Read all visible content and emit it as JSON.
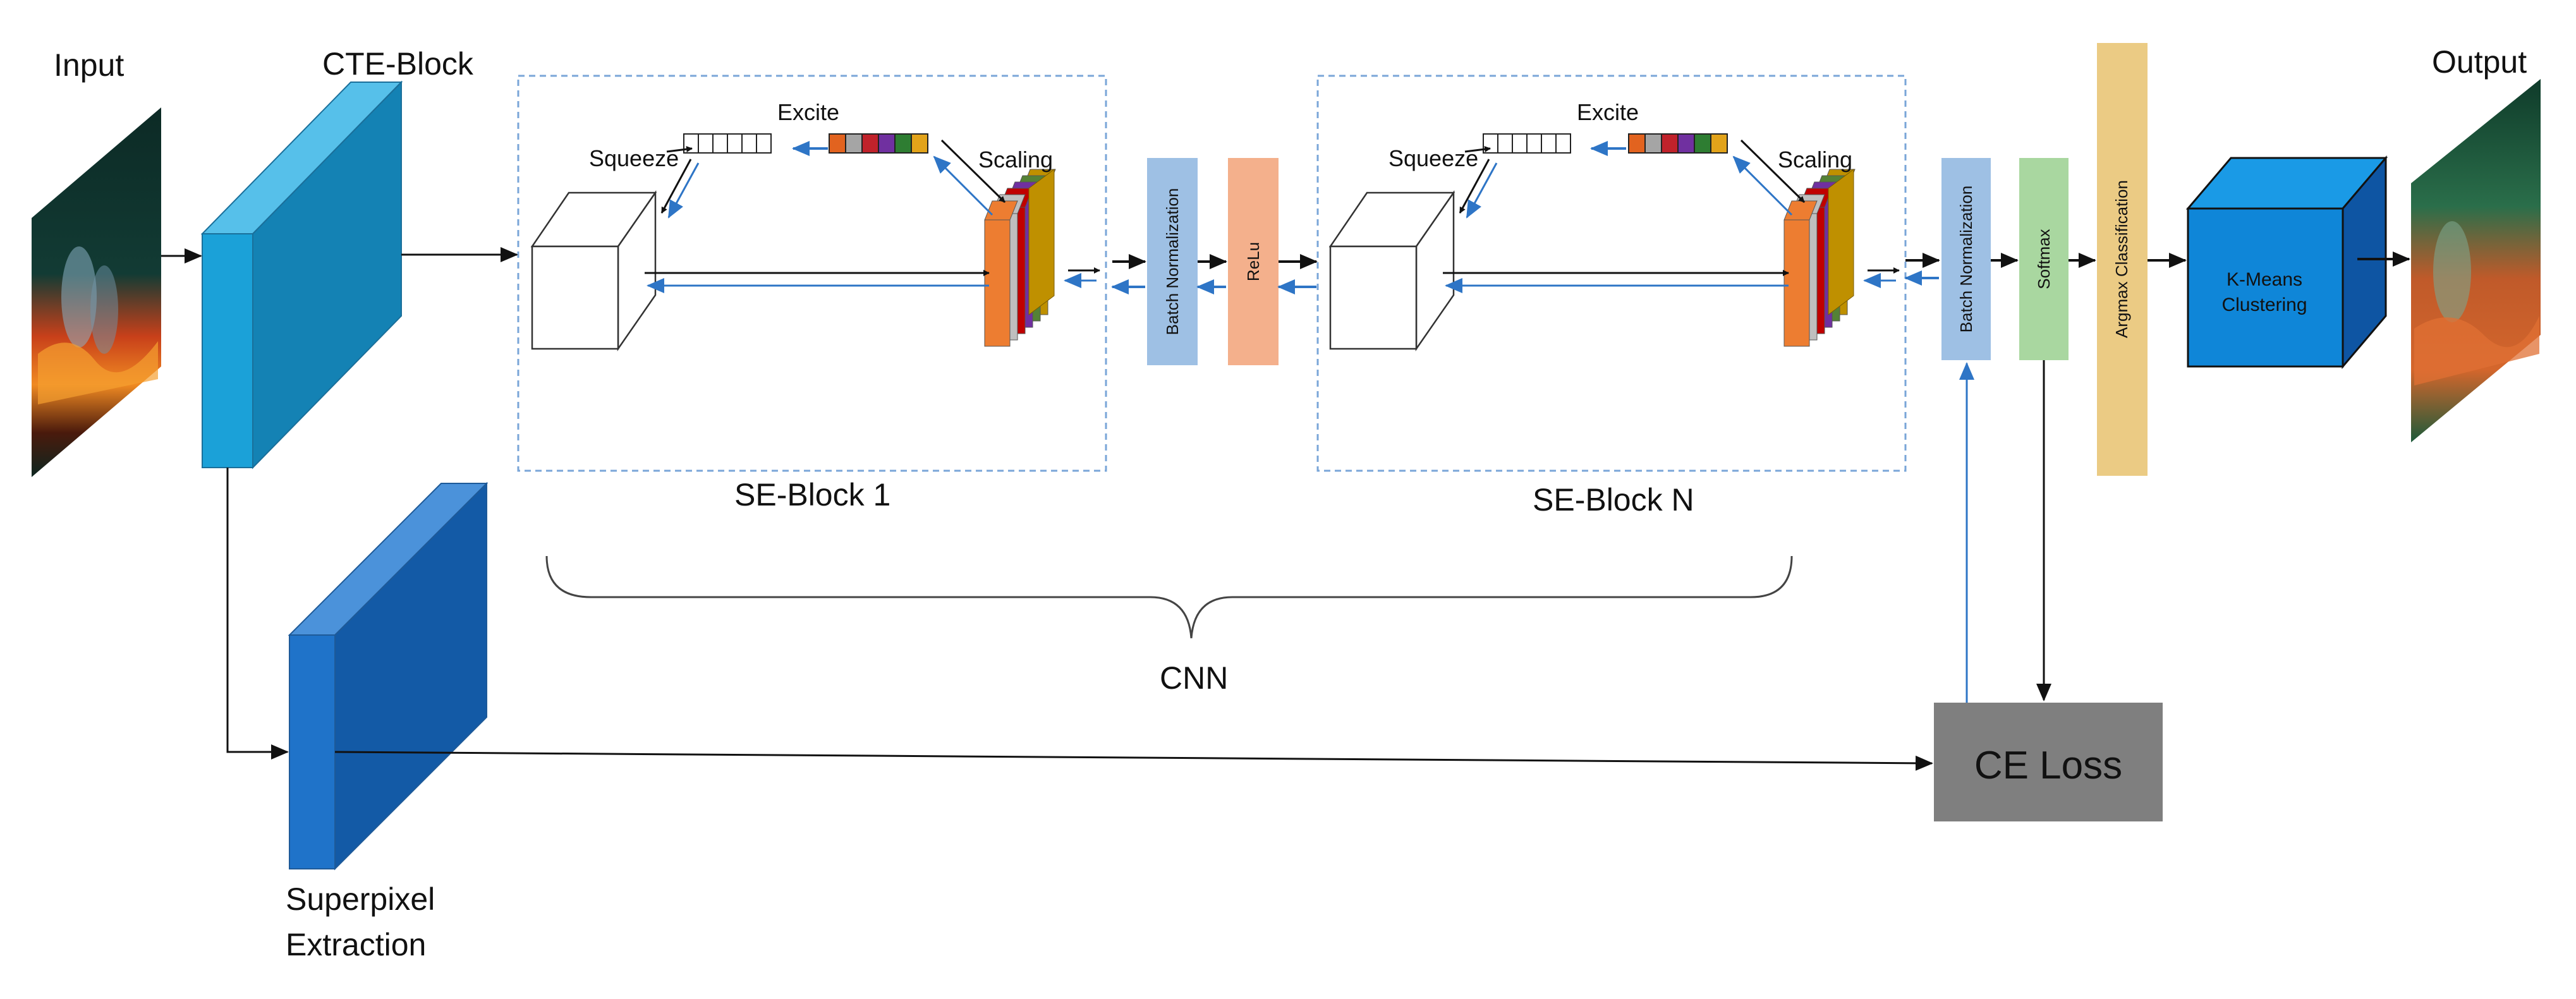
{
  "labels": {
    "input": "Input",
    "output": "Output",
    "cte_block": "CTE-Block",
    "superpixel_line1": "Superpixel",
    "superpixel_line2": "Extraction",
    "se_block_1": "SE-Block 1",
    "se_block_n": "SE-Block N",
    "cnn": "CNN",
    "squeeze": "Squeeze",
    "excite": "Excite",
    "scaling": "Scaling",
    "batch_norm": "Batch Normalization",
    "relu": "ReLu",
    "softmax": "Softmax",
    "argmax": "Argmax Classification",
    "kmeans_line1": "K-Means",
    "kmeans_line2": "Clustering",
    "ce_loss": "CE Loss"
  },
  "colors": {
    "arrow_black": "#111111",
    "arrow_blue": "#2e75c6",
    "dashed_border": "#7aa6d8",
    "cte_front": "#1ba1d8",
    "cte_top": "#56c0ea",
    "cte_side": "#1482b4",
    "superpixel_front": "#1f73c9",
    "superpixel_top": "#4b92da",
    "superpixel_side": "#135aa6",
    "batch_norm": "#9ec0e4",
    "relu": "#f4b08c",
    "softmax": "#a9d7a0",
    "argmax": "#ebcb84",
    "kmeans_front": "#0f86d8",
    "kmeans_top": "#1a9ae6",
    "kmeans_side": "#0e55a3",
    "ce_loss": "#7f7f7f",
    "excite_cells": [
      "#e2631f",
      "#a5a5a5",
      "#c0222b",
      "#7030a0",
      "#2e7d32",
      "#e2a31a"
    ],
    "scaling_layers": [
      "#ed7d31",
      "#bfbfbf",
      "#c00000",
      "#7030a0",
      "#548235",
      "#bf9000"
    ]
  }
}
